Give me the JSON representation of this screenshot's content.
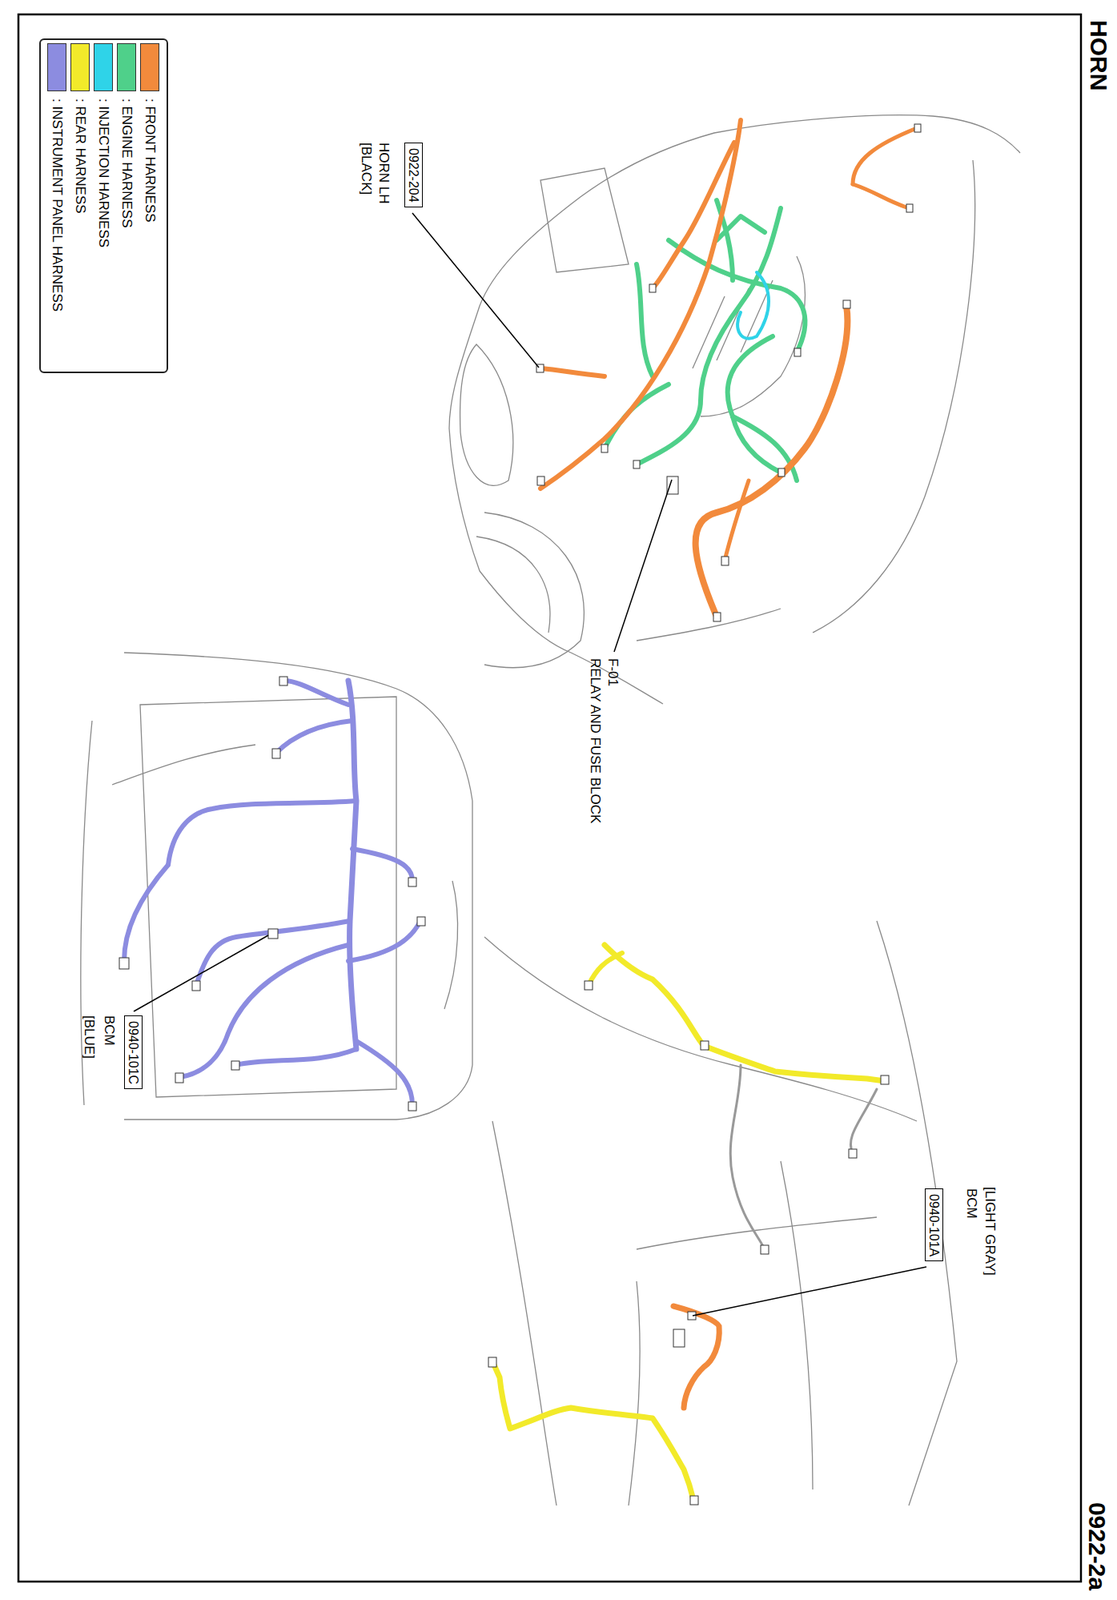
{
  "diagram": {
    "title": "HORN",
    "nodes": [
      {
        "text": [
          "0922-204"
        ]
      },
      {
        "text": [
          "0940-101C"
        ]
      },
      {
        "text": [
          "0940-101A"
        ]
      }
    ],
    "labels": [
      "0922-2a",
      "HORN LH",
      "[BLACK]",
      "F-01",
      "RELAY AND FUSE BLOCK",
      "BCM",
      "[BLUE]",
      "[LIGHT GRAY]",
      "BCM"
    ],
    "legend": [
      {
        "text": ": FRONT HARNESS",
        "color": "#f28a3c"
      },
      {
        "text": ": ENGINE HARNESS",
        "color": "#4fd08a"
      },
      {
        "text": ": INJECTION HARNESS",
        "color": "#2fd3e8"
      },
      {
        "text": ": REAR HARNESS",
        "color": "#f2ea2a"
      },
      {
        "text": ": INSTRUMENT PANEL HARNESS",
        "color": "#8c8ce0"
      }
    ]
  }
}
